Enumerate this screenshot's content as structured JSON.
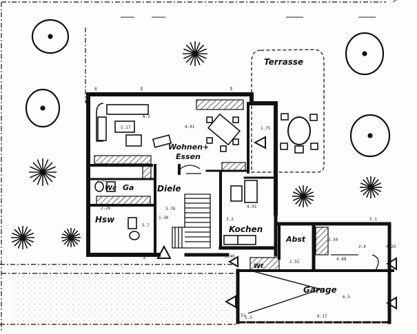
{
  "rooms": {
    "terrasse": "Terrasse",
    "wohnen": "Wohnen+",
    "essen": "Essen",
    "wc": "Wc",
    "ga": "Ga",
    "diele": "Diele",
    "hsw": "Hsw",
    "kochen": "Kochen",
    "abst": "Abst",
    "garage": "Garage",
    "wt": "Wt"
  },
  "dimensions": {
    "d1": "3",
    "d2": "3",
    "d3": "8",
    "d4": "1.75",
    "d5": "4.01",
    "d6": "6.2",
    "d7": "5.17",
    "d8": "1.51",
    "d9": "4.01",
    "d10": "3.76",
    "d11": "2.26",
    "d12": "1.30",
    "d13": "5.7",
    "d14": "3.2",
    "d15": "2.91",
    "d16": "3.50",
    "d17": "4.88",
    "d18": "3",
    "d19": "1.5",
    "d20": "6.17",
    "d21": "1.51",
    "d22": "5.1",
    "d23": "3.40",
    "d24": "6.5",
    "d25": "2.4",
    "d26": "4.25"
  }
}
